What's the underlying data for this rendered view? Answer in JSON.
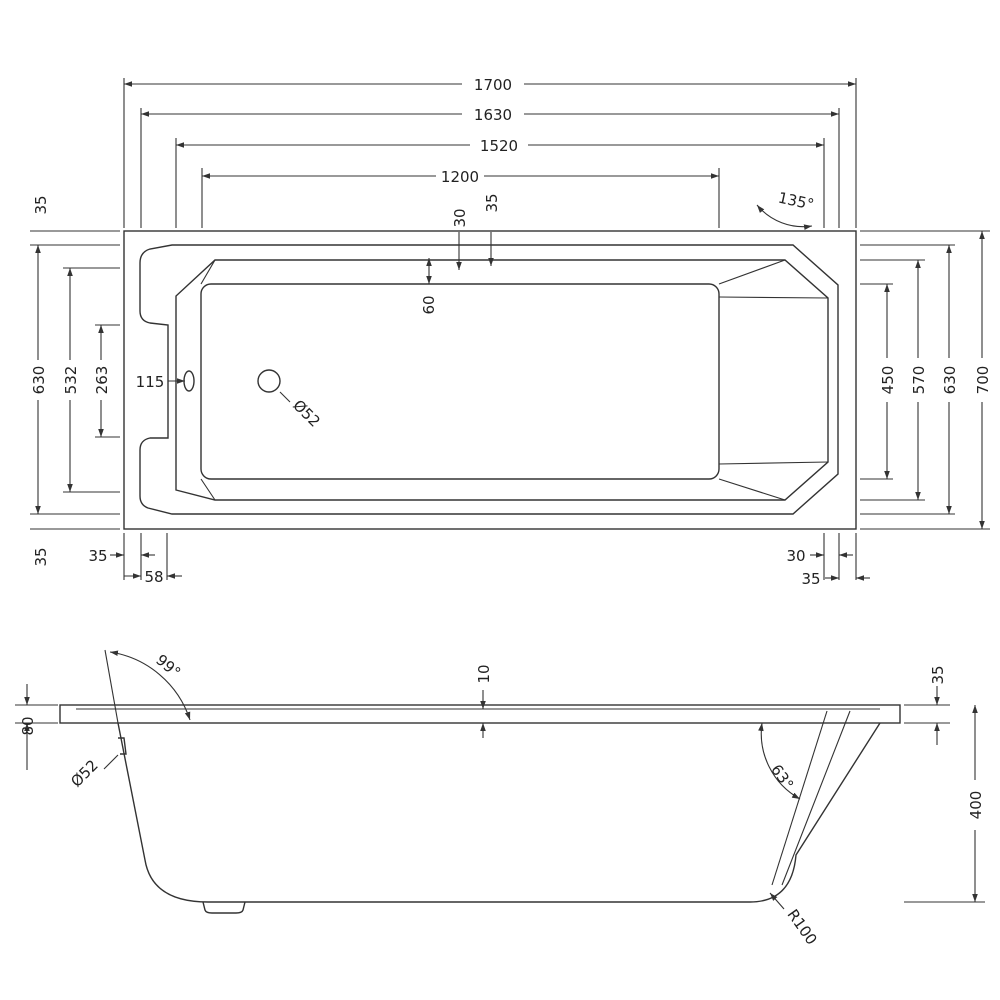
{
  "plan": {
    "overall_length": "1700",
    "rim_length": "1630",
    "inner_length": "1520",
    "base_length": "1200",
    "rim_top_edge": "35",
    "rim_step": "30",
    "rim_inner": "35",
    "floor_offset": "60",
    "corner_angle": "135°",
    "left_width": "630",
    "left_inner_width": "532",
    "overflow_span": "263",
    "overflow_offset": "115",
    "waste_diameter": "Ø52",
    "right_base_width": "450",
    "right_inner_width": "570",
    "right_width": "630",
    "overall_width": "700",
    "left_top_rim": "35",
    "left_bottom_rim": "35",
    "bottom_left_rim": "35",
    "bottom_left_step": "58",
    "bottom_right_step": "30",
    "bottom_right_rim": "35"
  },
  "elevation": {
    "end_angle": "99°",
    "rim_thickness": "10",
    "rim_depth": "80",
    "waste_diameter": "Ø52",
    "slope_angle": "63°",
    "lip_height": "35",
    "total_height": "400",
    "corner_radius": "R100"
  }
}
